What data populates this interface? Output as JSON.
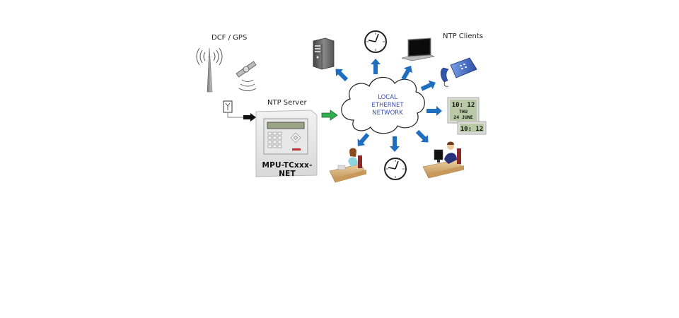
{
  "diagram": {
    "labels": {
      "source": "DCF / GPS",
      "server": "NTP Server",
      "clients": "NTP Clients",
      "device_model": "MPU-TCxxx-NET"
    },
    "network": {
      "line1": "LOCAL",
      "line2": "ETHERNET",
      "line3": "NETWORK"
    },
    "digital_clock": {
      "large_time": "10: 12",
      "day": "THU",
      "date": "24 JUNE",
      "small_time": "10: 12"
    },
    "colors": {
      "arrow_blue": "#1f6fc0",
      "arrow_green": "#2fae4e",
      "cloud_text": "#3b4fb0",
      "lcd_green": "#b9c9a6",
      "desk_wood": "#d9b27a"
    },
    "nodes": [
      "radio-tower",
      "gps-satellite",
      "antenna",
      "ntp-server-device",
      "ethernet-cloud",
      "desktop-tower",
      "wall-clock-top",
      "laptop",
      "ip-phone",
      "digital-clock-display",
      "office-worker-woman",
      "wall-clock-bottom",
      "office-worker-man"
    ]
  }
}
